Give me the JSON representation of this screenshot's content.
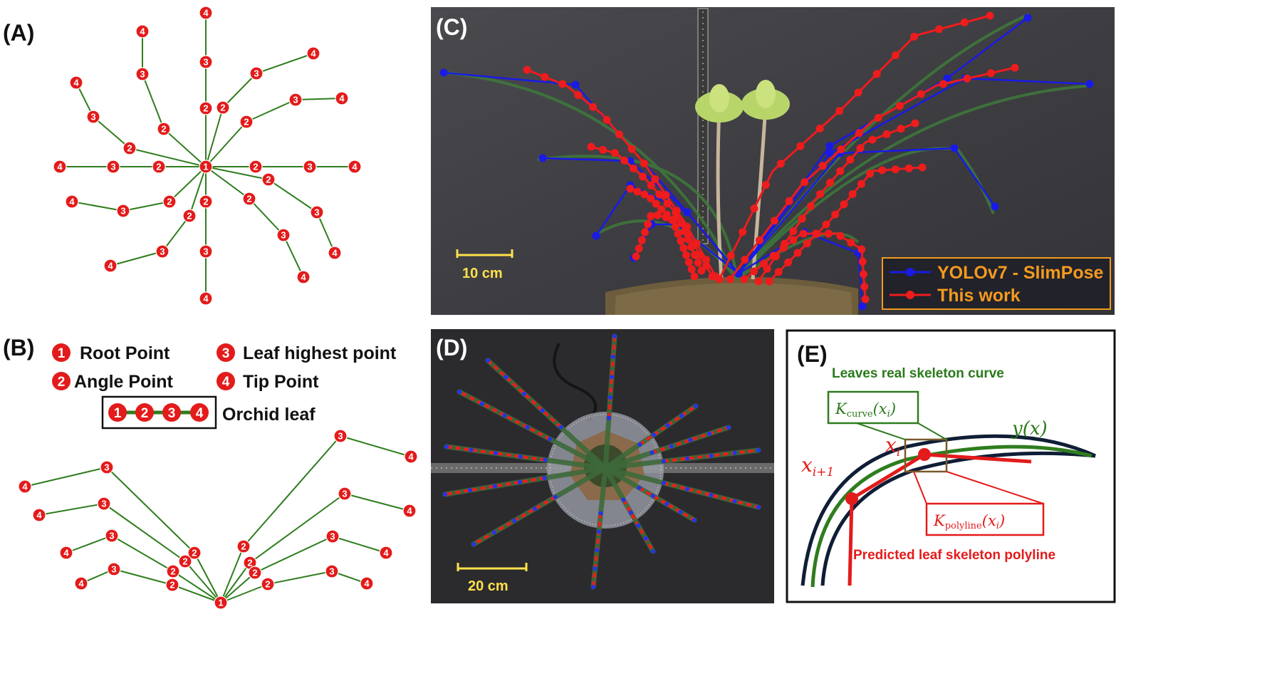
{
  "panels": {
    "a": {
      "label": "(A)"
    },
    "b": {
      "label": "(B)"
    },
    "c": {
      "label": "(C)"
    },
    "d": {
      "label": "(D)"
    },
    "e": {
      "label": "(E)"
    }
  },
  "keypoint_legend": {
    "items": [
      {
        "number": "1",
        "label": "Root Point"
      },
      {
        "number": "2",
        "label": "Angle Point"
      },
      {
        "number": "3",
        "label": "Leaf highest point"
      },
      {
        "number": "4",
        "label": "Tip Point"
      }
    ],
    "leaf_chain": [
      "1",
      "2",
      "3",
      "4"
    ],
    "leaf_label": "Orchid leaf"
  },
  "photo_c": {
    "scale_label": "10 cm",
    "legend": [
      {
        "label": "YOLOv7 - SlimPose",
        "color": "#1a1ae6"
      },
      {
        "label": "This work",
        "color": "#ee1c1c"
      }
    ],
    "legend_text_color": "#f39a1e"
  },
  "photo_d": {
    "scale_label": "20 cm"
  },
  "panel_e": {
    "real_curve_label": "Leaves real skeleton curve",
    "predicted_label": "Predicted leaf skeleton polyline",
    "k_curve": {
      "base": "K",
      "sub": "curve",
      "arg": "(x",
      "arg_sub": "i",
      "arg_end": ")"
    },
    "k_polyline": {
      "base": "K",
      "sub": "polyline",
      "arg": "(x",
      "arg_sub": "i",
      "arg_end": ")"
    },
    "y_label": "y(x)",
    "xi": {
      "base": "x",
      "sub": "i"
    },
    "xi1": {
      "base": "x",
      "sub": "i+1"
    }
  },
  "colors": {
    "keypoint": "#e31b1b",
    "edge": "#2f7d1e",
    "blue": "#1a1ae6",
    "red": "#ee1c1c"
  }
}
